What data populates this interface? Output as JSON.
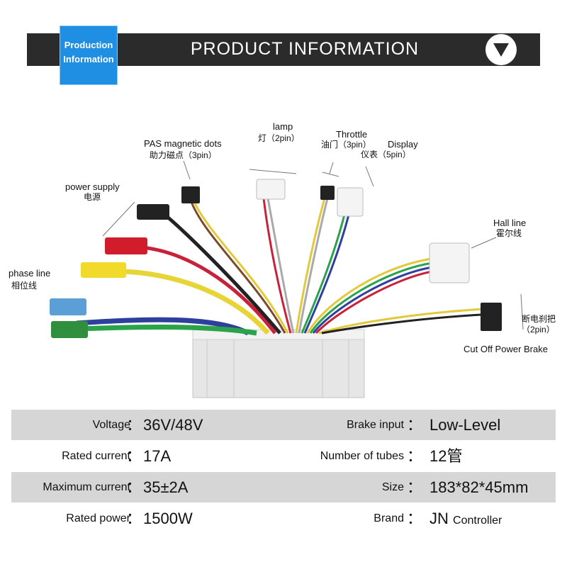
{
  "header": {
    "badge_line1": "Production",
    "badge_line2": "Information",
    "title": "PRODUCT INFORMATION"
  },
  "diagram": {
    "labels": {
      "pas_en": "PAS magnetic dots",
      "pas_cn": "助力磁点（3pin）",
      "lamp_en": "lamp",
      "lamp_cn": "灯（2pin）",
      "throttle_en": "Throttle",
      "throttle_cn": "油门（3pin）",
      "display_en": "Display",
      "display_cn": "仪表（5pin）",
      "power_en": "power supply",
      "power_cn": "电源",
      "hall_en": "Hall line",
      "hall_cn": "霍尔线",
      "phase_en": "phase line",
      "phase_cn": "相位线",
      "brake_cn1": "断电刹把",
      "brake_cn2": "（2pin）",
      "brake_en": "Cut Off Power Brake"
    }
  },
  "specs": {
    "colon": "：",
    "rows": [
      {
        "k1": "Voltage",
        "v1": "36V/48V",
        "k2": "Brake input",
        "v2": "Low-Level",
        "v2b": ""
      },
      {
        "k1": "Rated current",
        "v1": "17A",
        "k2": "Number of tubes",
        "v2": "12管",
        "v2b": ""
      },
      {
        "k1": "Maximum current",
        "v1": "35±2A",
        "k2": "Size",
        "v2": "183*82*45mm",
        "v2b": ""
      },
      {
        "k1": "Rated power",
        "v1": "1500W",
        "k2": "Brand",
        "v2": "JN",
        "v2b": "Controller"
      }
    ]
  },
  "colors": {
    "header_bg": "#2b2b2b",
    "badge_bg": "#1e8fe3",
    "row_shade": "#d6d6d6"
  }
}
